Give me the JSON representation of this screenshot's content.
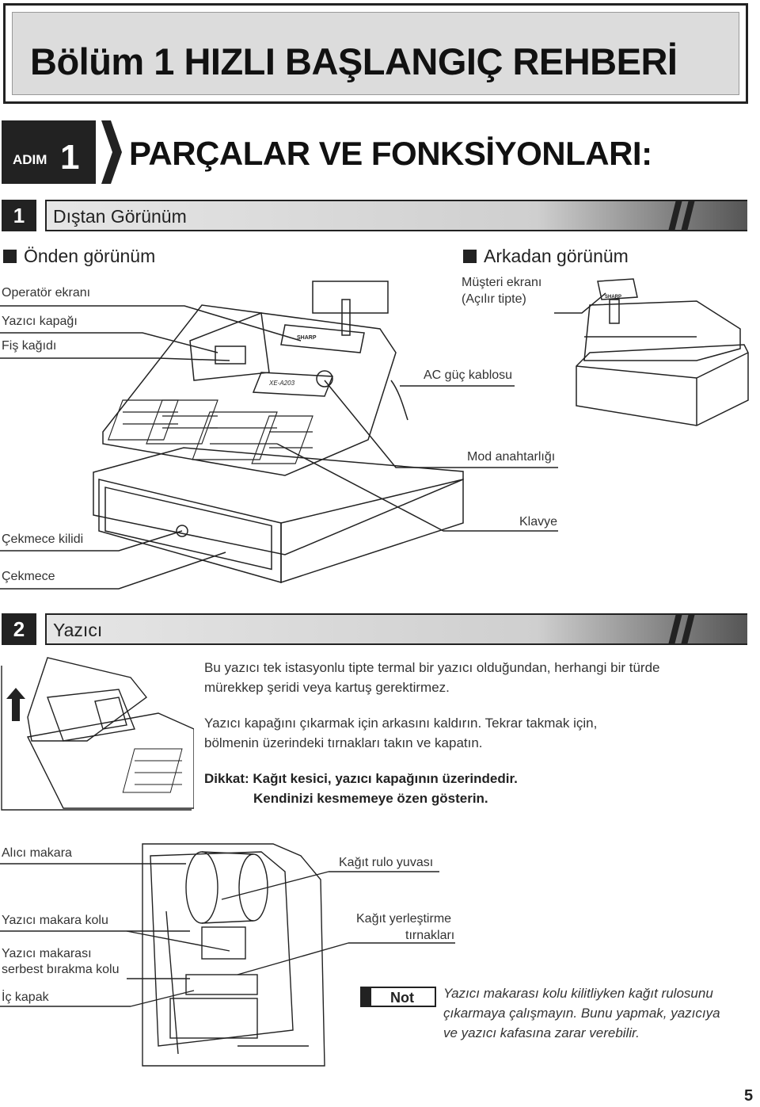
{
  "chapter": {
    "title": "Bölüm 1   HIZLI BAŞLANGIÇ REHBERİ"
  },
  "step": {
    "word": "ADIM",
    "number": "1",
    "title": "PARÇALAR VE FONKSİYONLARI:"
  },
  "section1": {
    "number": "1",
    "title": "Dıştan Görünüm",
    "front": {
      "heading": "Önden görünüm",
      "labels": {
        "operator_display": "Operatör ekranı",
        "printer_cover": "Yazıcı kapağı",
        "receipt_paper": "Fiş kağıdı",
        "drawer_lock": "Çekmece kilidi",
        "drawer": "Çekmece",
        "ac_cord": "AC güç kablosu",
        "mode_switch": "Mod anahtarlığı",
        "keyboard": "Klavye"
      },
      "brand": "SHARP",
      "model": "XE-A203"
    },
    "rear": {
      "heading": "Arkadan görünüm",
      "customer_display": "Müşteri ekranı",
      "customer_display_note": "(Açılır tipte)",
      "brand": "SHARP"
    }
  },
  "section2": {
    "number": "2",
    "title": "Yazıcı",
    "paragraph1_line1": "Bu yazıcı tek istasyonlu tipte termal bir yazıcı olduğundan, herhangi bir türde",
    "paragraph1_line2": "mürekkep şeridi veya kartuş gerektirmez.",
    "paragraph2_line1": "Yazıcı kapağını çıkarmak için arkasını kaldırın. Tekrar takmak için,",
    "paragraph2_line2": "bölmenin üzerindeki tırnakları takın ve kapatın.",
    "caution_line1": "Dikkat: Kağıt kesici, yazıcı kapağının üzerindedir.",
    "caution_line2": "Kendinizi kesmemeye özen gösterin.",
    "labels": {
      "take_up_spool": "Alıcı makara",
      "spool_arm": "Yazıcı makara kolu",
      "release_lever_1": "Yazıcı makarası",
      "release_lever_2": "serbest bırakma kolu",
      "inner_cover": "İç kapak",
      "roll_holder": "Kağıt rulo yuvası",
      "paper_guide_1": "Kağıt yerleştirme",
      "paper_guide_2": "tırnakları"
    },
    "note": {
      "label": "Not",
      "line1": "Yazıcı makarası kolu kilitliyken kağıt rulosunu",
      "line2": "çıkarmaya çalışmayın. Bunu yapmak, yazıcıya",
      "line3": "ve yazıcı kafasına zarar verebilir."
    }
  },
  "page_number": "5"
}
